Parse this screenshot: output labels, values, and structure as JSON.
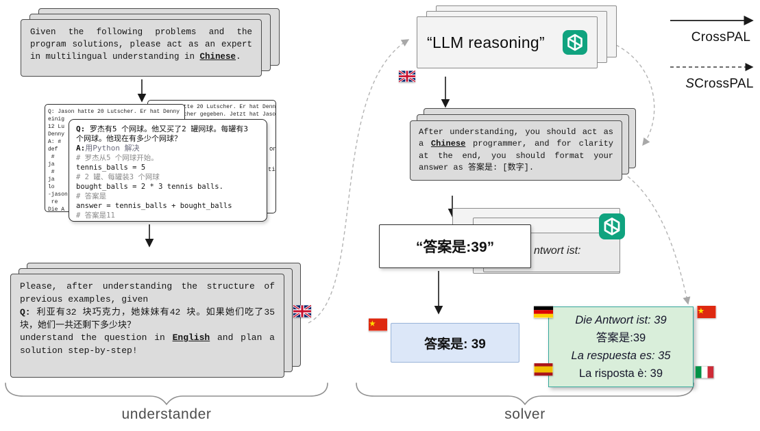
{
  "legend": {
    "crosspal": "CrossPAL",
    "scrosspal_prefix": "S",
    "scrosspal_rest": "CrossPAL"
  },
  "colors": {
    "openai_green": "#10a37f",
    "card_gray": "#dcdcdc",
    "answer_blue_bg": "#dce7f8",
    "multilingual_green_bg": "#d9eeda",
    "multilingual_green_border": "#35a79c"
  },
  "icons": {
    "llm_logo": "openai-logo-icon",
    "flags": [
      "uk-flag-icon",
      "china-flag-icon",
      "germany-flag-icon",
      "spain-flag-icon",
      "italy-flag-icon"
    ]
  },
  "understander": {
    "section_label": "understander",
    "prompt_card": {
      "text_before": "Given the following problems and the program solutions, please act as an expert in multilingual understanding in ",
      "language": "Chinese",
      "text_after": "."
    },
    "example_stack": {
      "right_card_lines": [
        "atte 20 Lutscher. Er hat Denny",
        "scher gegeben. Jetzt hat Jason"
      ],
      "right_card_edge_fragments": [
        "on",
        "tial"
      ],
      "german_card_lines": [
        "Q: Jason hatte 20 Lutscher. Er hat Denny",
        "einig",
        "12 Lu",
        "Denny",
        "A: #",
        "def",
        " #",
        "ja",
        " #",
        "ja",
        "lo",
        "-jason",
        " re",
        "Die A"
      ],
      "code_card": {
        "q_prefix": "Q:",
        "q_text": " 罗杰有5 个网球。他又买了2 罐网球。每罐有3 个网球。他现在有多少个网球？",
        "a_prefix": "A:",
        "a_text": "用Python 解决",
        "lines": [
          {
            "kind": "comment",
            "text": "# 罗杰从5 个网球开始。"
          },
          {
            "kind": "code",
            "text": "tennis_balls = 5"
          },
          {
            "kind": "comment",
            "text": "# 2 罐、每罐装3 个网球"
          },
          {
            "kind": "code",
            "text": "bought_balls = 2 * 3 tennis balls."
          },
          {
            "kind": "comment",
            "text": "# 答案是"
          },
          {
            "kind": "code",
            "text": "answer = tennis_balls + bought_balls"
          },
          {
            "kind": "comment",
            "text": "# 答案是11"
          }
        ]
      }
    },
    "task_card": {
      "line1": "Please, after understanding the structure of previous examples, given",
      "q_prefix": "Q:",
      "q_text": " 利亚有32 块巧克力，她妹妹有42 块。如果她们吃了35 块，她们一共还剩下多少块？",
      "line3_before": "understand the question in ",
      "line3_lang": "English",
      "line3_after": " and plan a solution step-by-step!"
    }
  },
  "solver": {
    "section_label": "solver",
    "llm_card": {
      "text": "“LLM reasoning”"
    },
    "instruction_card": {
      "text_before": "After understanding, you should act as a ",
      "language": "Chinese",
      "text_after": " programmer, and for clarity at the end, you should format your answer as 答案是: [数字]."
    },
    "answer_card": {
      "text": "“答案是:39”"
    },
    "partial_answer_fragment": "ntwort ist:",
    "final_answer_box": {
      "text": "答案是: 39"
    },
    "multilingual_box": {
      "lines": [
        {
          "kind": "italic",
          "text": "Die Antwort ist: 39"
        },
        {
          "kind": "plain",
          "text": "答案是:39"
        },
        {
          "kind": "italic",
          "text": "La respuesta es: 35"
        },
        {
          "kind": "plain",
          "text": "La risposta è: 39"
        }
      ]
    }
  }
}
